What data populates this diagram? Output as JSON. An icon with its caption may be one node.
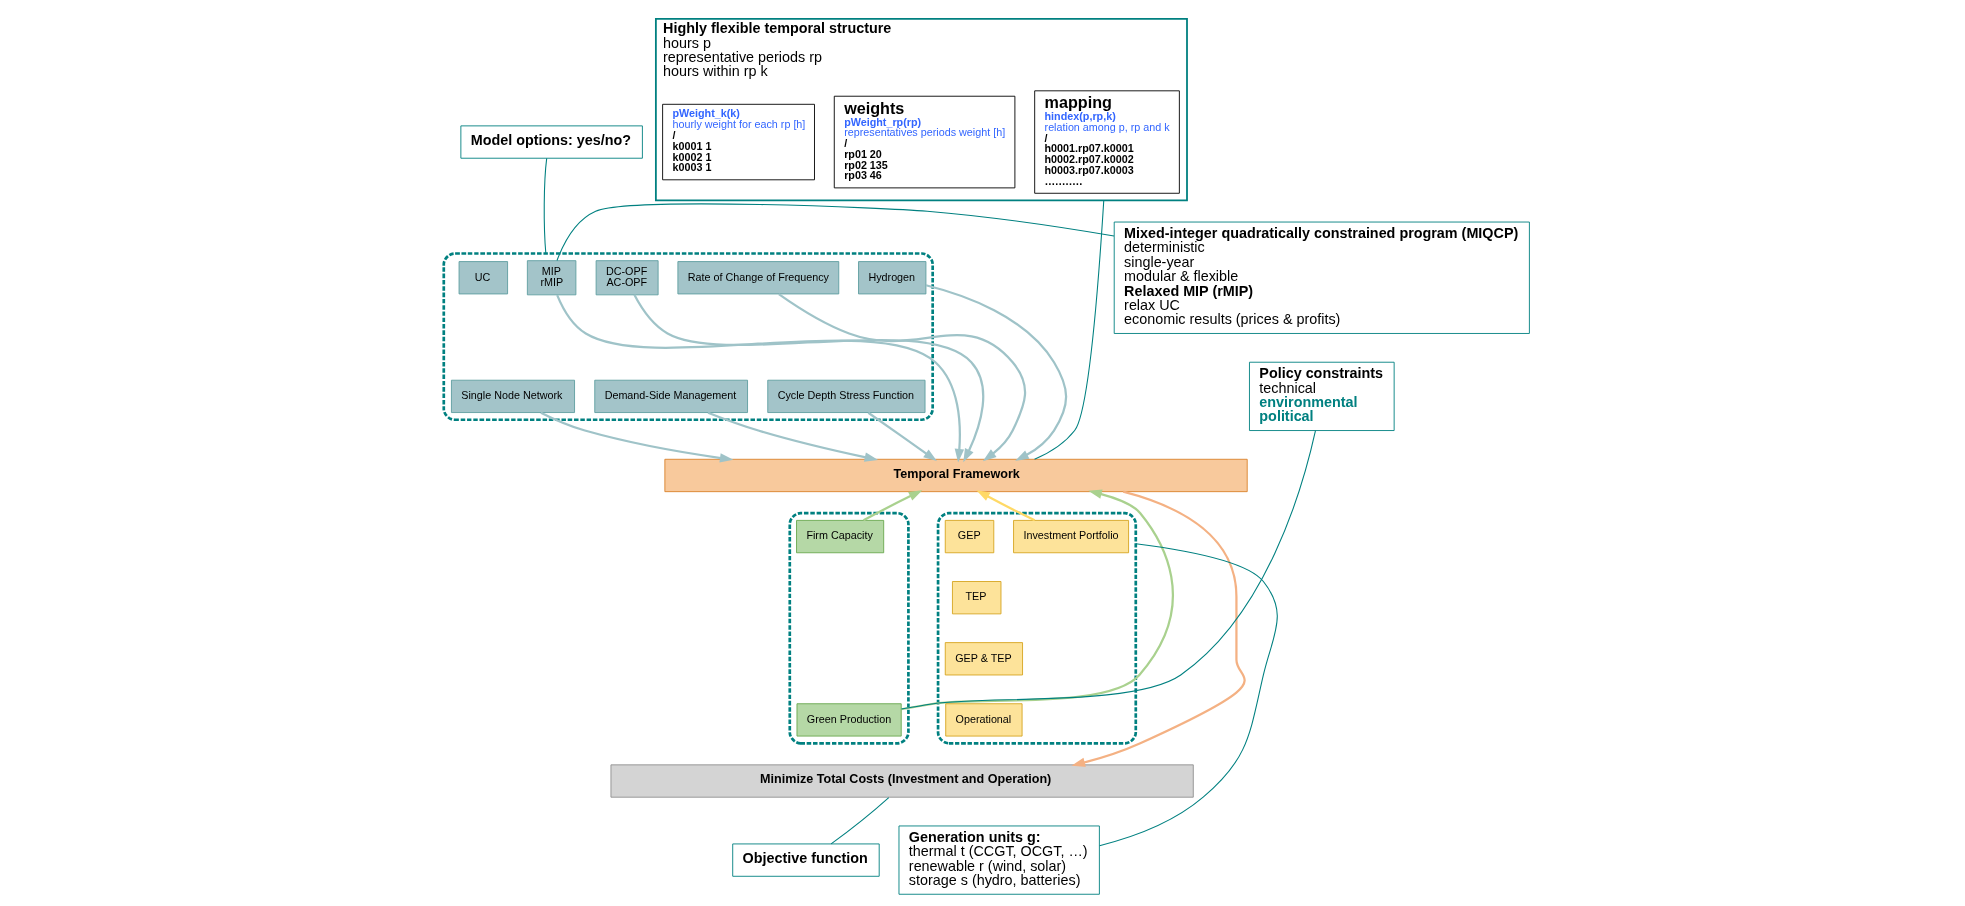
{
  "diagram": {
    "nodes": [
      {
        "text": [
          "Mixed-integer quadratically constrained program (MIQCP)",
          "deterministic",
          "single-year",
          "modular & flexible",
          "Relaxed MIP (rMIP)",
          "relax UC",
          "economic results (prices & profits)"
        ]
      },
      {
        "text": [
          "Model options: yes/no?"
        ]
      },
      {
        "text": [],
        "shape": "box"
      },
      {
        "text": [
          "MIP",
          "rMIP"
        ],
        "in": 2
      },
      {
        "text": [
          "UC"
        ],
        "in": 2
      },
      {
        "text": [
          "DC-OPF",
          "AC-OPF"
        ],
        "in": 2
      },
      {
        "text": [
          "Rate of Change of Frequency"
        ],
        "in": 2
      },
      {
        "text": [
          "Hydrogen"
        ],
        "in": 2
      },
      {
        "text": [
          "Single Node Network"
        ],
        "in": 2
      },
      {
        "text": [
          "Demand-Side Management"
        ],
        "in": 2
      },
      {
        "text": [
          "Cycle Depth Stress Function"
        ],
        "in": 2
      },
      {
        "text": [
          "Temporal Framework"
        ]
      },
      {
        "text": [],
        "shape": "box"
      },
      {
        "text": [
          "Green Production"
        ],
        "in": 12
      },
      {
        "text": [
          "Firm Capacity"
        ],
        "in": 12
      },
      {
        "text": [],
        "shape": "box"
      },
      {
        "text": [
          "Investment Portfolio"
        ],
        "in": 15
      },
      {
        "text": [
          "GEP"
        ],
        "in": 15
      },
      {
        "text": [
          "TEP"
        ],
        "in": 15
      },
      {
        "text": [
          "GEP & TEP"
        ],
        "in": 15
      },
      {
        "text": [
          "Operational"
        ],
        "in": 15
      },
      {
        "text": [
          "Minimize Total Costs (Investment and Operation)"
        ]
      },
      {
        "text": [
          "Policy constraints",
          "technical",
          "environmental",
          "political"
        ]
      },
      {
        "text": [
          "Objective function"
        ]
      },
      {
        "text": [
          "Generation units g:",
          "thermal t (CCGT, OCGT, …)",
          "renewable r (wind, solar)",
          "storage s (hydro, batteries)"
        ]
      },
      {
        "text": [
          "Highly flexible temporal structure",
          "hours p",
          "representative periods rp",
          "hours within rp k"
        ]
      },
      {
        "text": [
          "mapping",
          "hindex(p,rp,k)",
          "relation among p, rp and k",
          "/",
          "h0001.rp07.k0001",
          "h0002.rp07.k0002",
          "h0003.rp07.k0003",
          "….….…"
        ],
        "in": 25
      },
      {
        "text": [
          "weights",
          "pWeight_rp(rp)",
          "representatives periods weight [h]",
          "/",
          "rp01 20",
          "rp02 135",
          "rp03 46"
        ],
        "in": 25
      },
      {
        "text": [
          "pWeight_k(k)",
          "hourly weight for each rp [h]",
          "/",
          "k0001 1",
          "k0002 1",
          "k0003 1"
        ],
        "in": 25
      }
    ],
    "edges": [
      {
        "from": 3,
        "to": 11,
        "arrow": "to",
        "color": "#9fc3c8"
      },
      {
        "from": 8,
        "to": 11,
        "arrow": "to",
        "color": "#9fc3c8"
      },
      {
        "from": 5,
        "to": 11,
        "arrow": "to",
        "color": "#9fc3c8"
      },
      {
        "from": 9,
        "to": 11,
        "arrow": "to",
        "color": "#9fc3c8"
      },
      {
        "from": 6,
        "to": 11,
        "arrow": "to",
        "color": "#9fc3c8"
      },
      {
        "from": 10,
        "to": 11,
        "arrow": "to",
        "color": "#9fc3c8"
      },
      {
        "from": 7,
        "to": 11,
        "arrow": "to",
        "color": "#9fc3c8"
      },
      {
        "from": 13,
        "to": 11,
        "arrow": "to",
        "color": "#a9d18e"
      },
      {
        "from": 14,
        "to": 11,
        "arrow": "to",
        "color": "#a9d18e"
      },
      {
        "from": 16,
        "to": 11,
        "arrow": "to",
        "color": "#ffd966"
      },
      {
        "from": 11,
        "to": 21,
        "arrow": "to",
        "color": "#f4b183"
      },
      {
        "from": 0,
        "to": 3,
        "arrow": "none",
        "color": "#008080"
      },
      {
        "from": 1,
        "to": 2,
        "arrow": "none",
        "color": "#008080"
      },
      {
        "from": 22,
        "to": 13,
        "arrow": "none",
        "color": "#008080"
      },
      {
        "from": 23,
        "to": 21,
        "arrow": "none",
        "color": "#008080"
      },
      {
        "from": 24,
        "to": 15,
        "arrow": "none",
        "color": "#008080"
      },
      {
        "from": 25,
        "to": 11,
        "arrow": "none",
        "color": "#008080"
      }
    ]
  }
}
